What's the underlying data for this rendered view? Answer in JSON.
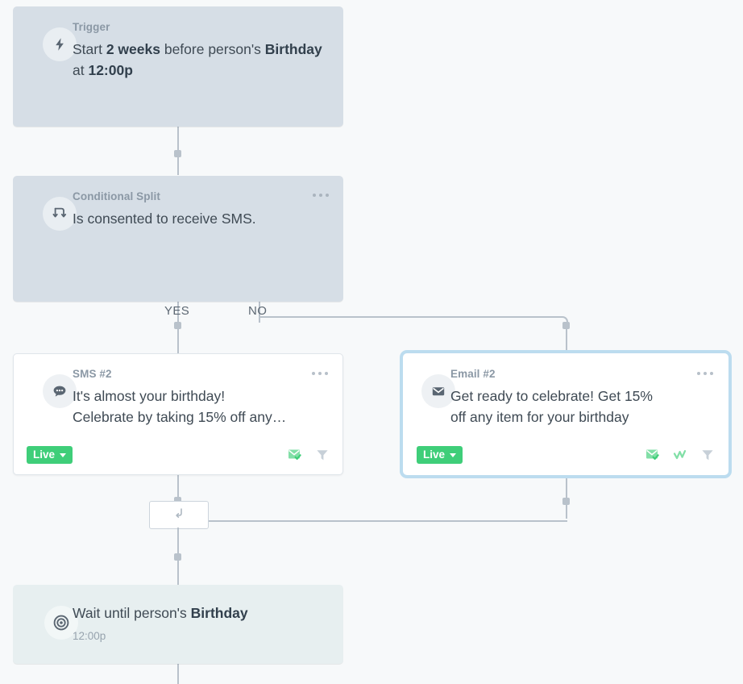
{
  "canvas": {
    "background": "#f7f9fa",
    "connector_color": "#b9c2cb",
    "accent_selected": "#bcdcef",
    "live_green": "#3fce79"
  },
  "nodes": {
    "trigger": {
      "kicker": "Trigger",
      "text_parts": {
        "a": "Start ",
        "b": "2 weeks",
        "c": " before person's ",
        "d": "Birthday",
        "e": " at ",
        "f": "12:00p"
      },
      "icon": "lightning-bolt-icon"
    },
    "conditional_split": {
      "kicker": "Conditional Split",
      "headline": "Is consented to receive SMS.",
      "icon": "split-arrows-icon",
      "menu": "more-options"
    },
    "branches": {
      "yes_label": "YES",
      "no_label": "NO"
    },
    "sms": {
      "kicker": "SMS #2",
      "line1": "It's almost your birthday!",
      "line2": "Celebrate by taking 15% off any…",
      "status_label": "Live",
      "icon": "chat-bubble-icon",
      "footer_icons": [
        "envelope-check-icon",
        "funnel-icon"
      ]
    },
    "email": {
      "kicker": "Email #2",
      "line1": "Get ready to celebrate! Get 15%",
      "line2": "off any item for your birthday",
      "status_label": "Live",
      "icon": "envelope-icon",
      "footer_icons": [
        "envelope-check-icon",
        "smart-sending-icon",
        "funnel-icon"
      ],
      "selected": true
    },
    "merge": {
      "icon": "merge-arrow-icon"
    },
    "wait": {
      "text_parts": {
        "a": "Wait until person's ",
        "b": "Birthday"
      },
      "subline": "12:00p",
      "icon": "target-icon"
    }
  }
}
